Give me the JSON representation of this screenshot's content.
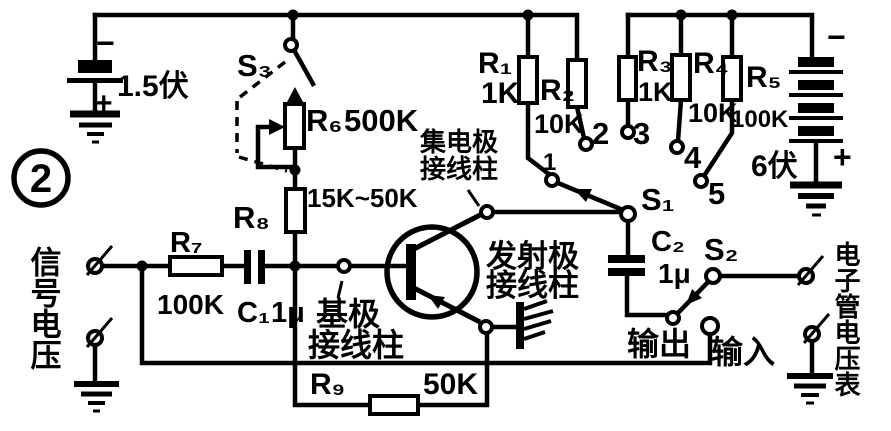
{
  "figure": {
    "badge": "2"
  },
  "power": {
    "battery_left": {
      "minus": "−",
      "value": "1.5伏",
      "plus": "+"
    },
    "battery_right": {
      "minus": "−",
      "value": "6伏",
      "plus": "+"
    }
  },
  "switches": {
    "s1": "S₁",
    "s2": "S₂",
    "s3": "S₃"
  },
  "resistors": {
    "r1": {
      "name": "R₁",
      "value": "1K"
    },
    "r2": {
      "name": "R₂",
      "value": "10K"
    },
    "r3": {
      "name": "R₃",
      "value": "1K"
    },
    "r4": {
      "name": "R₄",
      "value": "10K"
    },
    "r5": {
      "name": "R₅",
      "value": "100K"
    },
    "r6": {
      "name": "R₆",
      "value": "500K"
    },
    "r7": {
      "name": "R₇",
      "value": "100K"
    },
    "r8": {
      "name": "R₈",
      "value": "15K~50K"
    },
    "r9": {
      "name": "R₉",
      "value": "50K"
    }
  },
  "capacitors": {
    "c1": {
      "name": "C₁",
      "value": "1μ"
    },
    "c2": {
      "name": "C₂",
      "value": "1μ"
    }
  },
  "contacts": [
    "1",
    "2",
    "3",
    "4",
    "5"
  ],
  "binding_posts": {
    "collector": {
      "line1": "集电极",
      "line2": "接线柱"
    },
    "emitter": {
      "line1": "发射极",
      "line2": "接线柱"
    },
    "base": {
      "line1": "基极",
      "line2": "接线柱"
    }
  },
  "ports": {
    "output": "输出",
    "input": "输入"
  },
  "side_labels": {
    "signal_voltage": "信号电压",
    "vtvm": "电子管电压表"
  },
  "colors": {
    "ink": "#000000",
    "paper": "#ffffff"
  }
}
